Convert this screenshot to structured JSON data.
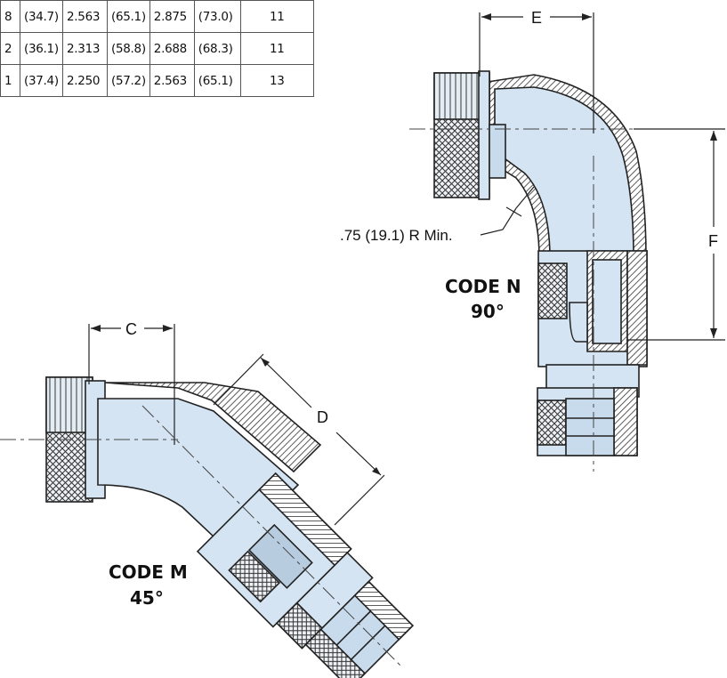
{
  "table": {
    "rows": [
      {
        "c1": "8",
        "c2": "(34.7)",
        "c3": "2.563",
        "c4": "(65.1)",
        "c5": "2.875",
        "c6": "(73.0)",
        "c7": "11"
      },
      {
        "c1": "2",
        "c2": "(36.1)",
        "c3": "2.313",
        "c4": "(58.8)",
        "c5": "2.688",
        "c6": "(68.3)",
        "c7": "11"
      },
      {
        "c1": "1",
        "c2": "(37.4)",
        "c3": "2.250",
        "c4": "(57.2)",
        "c5": "2.563",
        "c6": "(65.1)",
        "c7": "13"
      }
    ]
  },
  "labels": {
    "c": "C",
    "d": "D",
    "e": "E",
    "f": "F",
    "radius": ".75 (19.1) R Min."
  },
  "code_n": {
    "name": "CODE N",
    "angle": "90°"
  },
  "code_m": {
    "name": "CODE M",
    "angle": "45°"
  },
  "colors": {
    "body_fill": "#d4e4f2",
    "body_dark": "#b8cce0",
    "hatch": "#333333",
    "outline": "#222222"
  }
}
